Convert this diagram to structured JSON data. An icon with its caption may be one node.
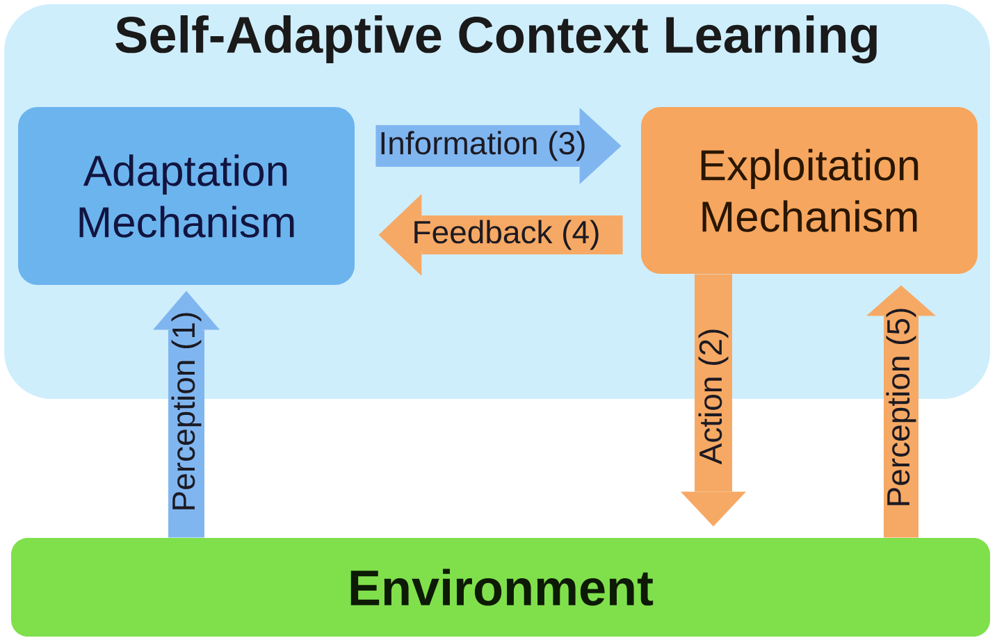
{
  "diagram": {
    "nodes": [
      {
        "text": [
          "Self-Adaptive Context Learning"
        ]
      },
      {
        "text": [
          "Adaptation Mechanism"
        ],
        "in": 0
      },
      {
        "text": [
          "Exploitation Mechanism"
        ],
        "in": 0
      },
      {
        "text": [
          "Environment"
        ]
      }
    ],
    "edges": [
      {
        "from": 3,
        "to": 1,
        "arrow": "to",
        "label": "Perception (1)",
        "color": "#80b6f0"
      },
      {
        "from": 1,
        "to": 2,
        "arrow": "to",
        "label": "Information (3)",
        "color": "#80b6f0"
      },
      {
        "from": 2,
        "to": 1,
        "arrow": "to",
        "label": "Feedback (4)"
      },
      {
        "from": 2,
        "to": 3,
        "arrow": "to",
        "label": "Action (2)"
      },
      {
        "from": 3,
        "to": 2,
        "arrow": "to",
        "label": "Perception (5)"
      }
    ]
  }
}
